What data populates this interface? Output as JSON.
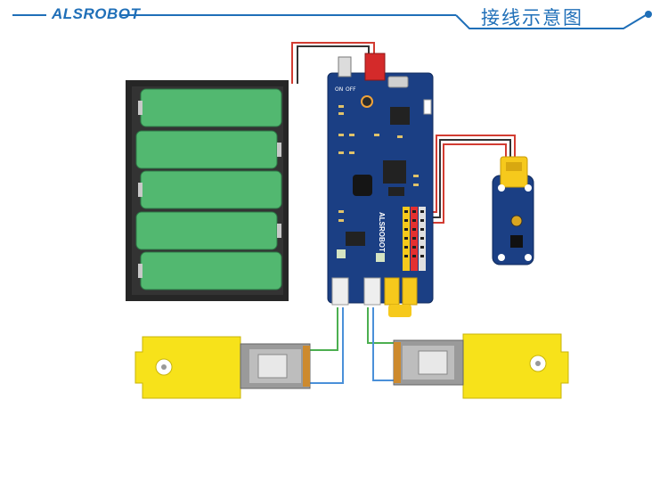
{
  "header": {
    "brand": "ALSROBOT",
    "title": "接线示意图",
    "accent_color": "#1f6fb8"
  },
  "board": {
    "brand_text": "ALSROBOT",
    "switch_labels": [
      "ON",
      "OFF"
    ],
    "color": "#1b3f84"
  },
  "colors": {
    "battery_cell": "#52b870",
    "battery_holder": "#262626",
    "motor_body": "#f7e21a",
    "sensor_board": "#1b3f84",
    "wire_red": "#d23c32",
    "wire_black": "#333333",
    "wire_green": "#4caf50",
    "wire_blue": "#4a90d9"
  }
}
